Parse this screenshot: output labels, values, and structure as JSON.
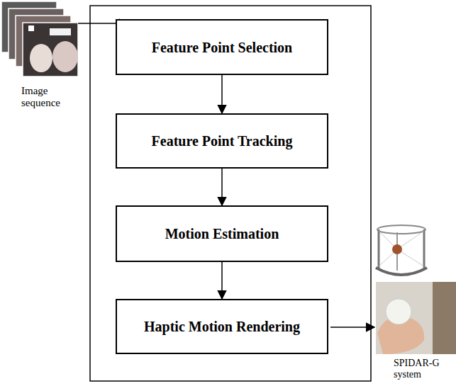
{
  "diagram": {
    "nodes": [
      {
        "text": [
          "Feature Point Selection"
        ]
      },
      {
        "text": [
          "Feature Point Tracking"
        ]
      },
      {
        "text": [
          "Motion Estimation"
        ]
      },
      {
        "text": [
          "Haptic Motion Rendering"
        ]
      }
    ],
    "edges": [
      {
        "from": 0,
        "to": 1,
        "arrow": "to"
      },
      {
        "from": 1,
        "to": 2,
        "arrow": "to"
      },
      {
        "from": 2,
        "to": 3,
        "arrow": "to"
      }
    ],
    "labels": [
      "Image sequence",
      "SPIDAR-G system"
    ]
  }
}
